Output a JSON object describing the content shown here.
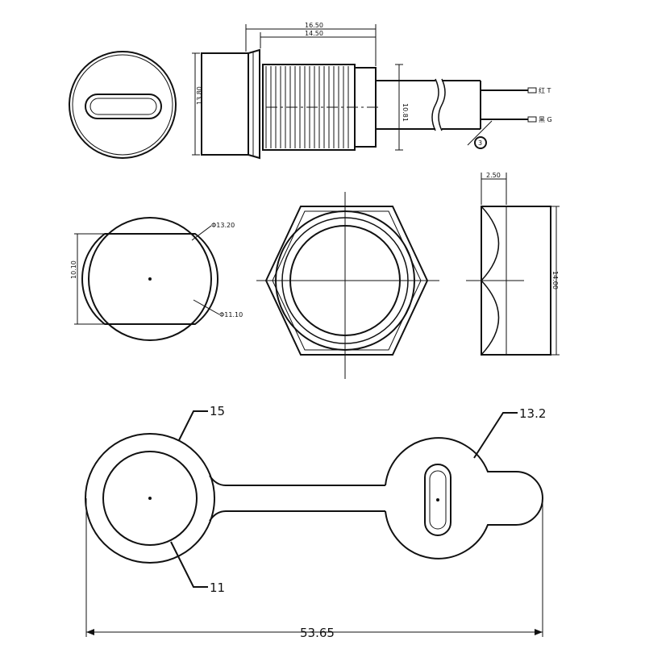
{
  "top_view": {
    "dim_length_outer": "16.50",
    "dim_length_thread": "14.50",
    "dim_height_head": "13.80",
    "dim_thread_dia": "10.81",
    "wire_label_1": "红 T",
    "wire_label_2": "黑 G",
    "callout_number": "3"
  },
  "middle_view": {
    "dim_outer_dia": "Φ13.20",
    "dim_inner_dia": "Φ11.10",
    "dim_flat": "10.10",
    "dim_nut_thickness": "2.50",
    "dim_nut_height": "14.00"
  },
  "bottom_view": {
    "dim_cap_outer": "15",
    "dim_cap_inner": "11",
    "dim_ring": "13.2",
    "dim_total_length": "53.65"
  }
}
